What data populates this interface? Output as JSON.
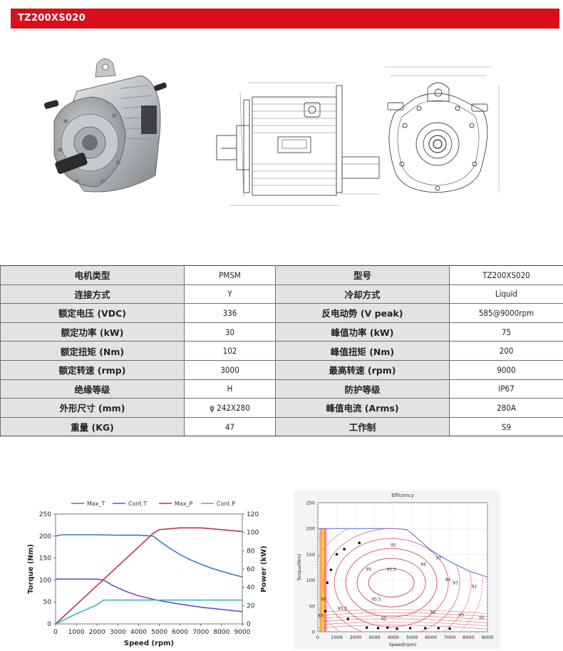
{
  "header": {
    "model_title": "TZ200XS020"
  },
  "specs": [
    {
      "label1": "电机类型",
      "value1": "PMSM",
      "label2": "型号",
      "value2": "TZ200XS020"
    },
    {
      "label1": "连接方式",
      "value1": "Y",
      "label2": "冷却方式",
      "value2": "Liquid"
    },
    {
      "label1": "额定电压 (VDC)",
      "value1": "336",
      "label2": "反电动势 (V peak)",
      "value2": "585@9000rpm"
    },
    {
      "label1": "额定功率 (kW)",
      "value1": "30",
      "label2": "峰值功率 (kW)",
      "value2": "75"
    },
    {
      "label1": "额定扭矩 (Nm)",
      "value1": "102",
      "label2": "峰值扭矩 (Nm)",
      "value2": "200"
    },
    {
      "label1": "额定转速 (rmp)",
      "value1": "3000",
      "label2": "最高转速 (rpm)",
      "value2": "9000"
    },
    {
      "label1": "绝缘等级",
      "value1": "H",
      "label2": "防护等级",
      "value2": "IP67"
    },
    {
      "label1": "外形尺寸 (mm)",
      "value1": "φ 242X280",
      "label2": "峰值电流 (Arms)",
      "value2": "280A"
    },
    {
      "label1": "重量 (KG)",
      "value1": "47",
      "label2": "工作制",
      "value2": "S9"
    }
  ],
  "chart_data": [
    {
      "type": "line",
      "xlabel": "Speed (rpm)",
      "ylabel": "Torque (Nm)",
      "y2label": "Power (kW)",
      "xlim": [
        0,
        9000
      ],
      "ylim": [
        0,
        250
      ],
      "y2lim": [
        0,
        120
      ],
      "xticks": [
        0,
        1000,
        2000,
        3000,
        4000,
        5000,
        6000,
        7000,
        8000,
        9000
      ],
      "yticks": [
        0,
        50,
        100,
        150,
        200,
        250
      ],
      "y2ticks": [
        0,
        20,
        40,
        60,
        80,
        100,
        120
      ],
      "legend_position": "top",
      "grid": false,
      "series": [
        {
          "name": "Max_T",
          "axis": "left",
          "color": "#3c78c8",
          "x": [
            0,
            300,
            1000,
            2000,
            3000,
            4000,
            4700,
            5000,
            5500,
            6000,
            6500,
            7000,
            7500,
            8000,
            8500,
            9000
          ],
          "y": [
            200,
            203,
            203,
            203,
            202,
            202,
            200,
            189,
            172,
            158,
            146,
            136,
            127,
            120,
            113,
            107
          ]
        },
        {
          "name": "Cont.T",
          "axis": "left",
          "color": "#6a4fc4",
          "x": [
            0,
            1000,
            2000,
            2300,
            2700,
            3000,
            3500,
            4000,
            5000,
            6000,
            7000,
            8000,
            9000
          ],
          "y": [
            102,
            102,
            102,
            100,
            89,
            82,
            72,
            64,
            53,
            45,
            38,
            33,
            28
          ]
        },
        {
          "name": "Max_P",
          "axis": "right",
          "color": "#bb3350",
          "x": [
            0,
            1000,
            2000,
            3000,
            4000,
            4700,
            5000,
            5500,
            6000,
            6500,
            7000,
            8000,
            9000
          ],
          "y": [
            0,
            21,
            42,
            63,
            84,
            99,
            103,
            104,
            105,
            105,
            105,
            103,
            101
          ]
        },
        {
          "name": "Cont.P",
          "axis": "right",
          "color": "#37b7c2",
          "x": [
            0,
            1000,
            2000,
            2300,
            3000,
            4000,
            5000,
            6000,
            7000,
            8000,
            9000
          ],
          "y": [
            0,
            11,
            21,
            26,
            26,
            26,
            26,
            26,
            26,
            26,
            26
          ]
        }
      ]
    },
    {
      "type": "contour",
      "title": "Efficency",
      "xlabel": "Speed(rpm)",
      "ylabel": "Torque(Nm)",
      "xlim": [
        0,
        9000
      ],
      "ylim": [
        0,
        250
      ],
      "xticks": [
        0,
        1000,
        2000,
        3000,
        4000,
        5000,
        6000,
        7000,
        8000,
        9000
      ],
      "yticks": [
        0,
        50,
        100,
        150,
        200,
        250
      ],
      "grid": true,
      "envelope": {
        "x": [
          0,
          1000,
          2000,
          3000,
          4000,
          4700,
          5000,
          6000,
          7000,
          8000,
          9000
        ],
        "y": [
          200,
          200,
          200,
          200,
          200,
          198,
          190,
          158,
          136,
          118,
          106
        ]
      },
      "contour_labels": [
        {
          "text": "95.5",
          "x": 3900,
          "y": 118
        },
        {
          "text": "95",
          "x": 4000,
          "y": 165
        },
        {
          "text": "95.5",
          "x": 3100,
          "y": 60
        },
        {
          "text": "95.5",
          "x": 1300,
          "y": 42
        },
        {
          "text": "95",
          "x": 2700,
          "y": 118
        },
        {
          "text": "94",
          "x": 6900,
          "y": 98
        },
        {
          "text": "94",
          "x": 6100,
          "y": 35
        },
        {
          "text": "93",
          "x": 7300,
          "y": 92
        },
        {
          "text": "93",
          "x": 7600,
          "y": 30
        },
        {
          "text": "92",
          "x": 3500,
          "y": 22
        },
        {
          "text": "91",
          "x": 8700,
          "y": 25
        },
        {
          "text": "92",
          "x": 8300,
          "y": 85
        },
        {
          "text": "94",
          "x": 5600,
          "y": 128
        },
        {
          "text": "93",
          "x": 6400,
          "y": 140
        },
        {
          "text": "90",
          "x": 300,
          "y": 60
        },
        {
          "text": "85",
          "x": 150,
          "y": 28
        }
      ]
    }
  ]
}
